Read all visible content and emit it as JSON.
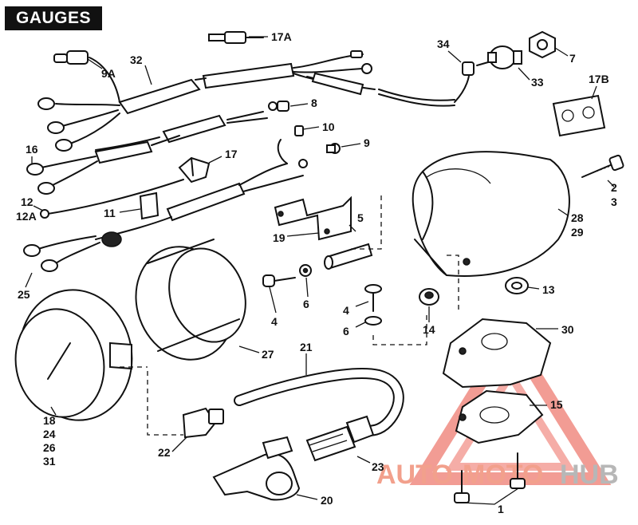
{
  "diagram": {
    "title": "GAUGES",
    "watermark": {
      "part1": "AUTO",
      "part2": "MOTO",
      "part3": "HUB",
      "color_primary": "#f2a08c",
      "color_secondary": "#b7b7b7",
      "triangle_color": "#e84a3c"
    },
    "callouts": [
      {
        "id": "17a",
        "text": "17A"
      },
      {
        "id": "9a",
        "text": "9A"
      },
      {
        "id": "32",
        "text": "32"
      },
      {
        "id": "34",
        "text": "34"
      },
      {
        "id": "7",
        "text": "7"
      },
      {
        "id": "33",
        "text": "33"
      },
      {
        "id": "17b",
        "text": "17B"
      },
      {
        "id": "8",
        "text": "8"
      },
      {
        "id": "10",
        "text": "10"
      },
      {
        "id": "9",
        "text": "9"
      },
      {
        "id": "16",
        "text": "16"
      },
      {
        "id": "17",
        "text": "17"
      },
      {
        "id": "2",
        "text": "2"
      },
      {
        "id": "3",
        "text": "3"
      },
      {
        "id": "12",
        "text": "12"
      },
      {
        "id": "12a",
        "text": "12A"
      },
      {
        "id": "11",
        "text": "11"
      },
      {
        "id": "28",
        "text": "28"
      },
      {
        "id": "29",
        "text": "29"
      },
      {
        "id": "5",
        "text": "5"
      },
      {
        "id": "19",
        "text": "19"
      },
      {
        "id": "13",
        "text": "13"
      },
      {
        "id": "25",
        "text": "25"
      },
      {
        "id": "6a",
        "text": "6"
      },
      {
        "id": "4a",
        "text": "4"
      },
      {
        "id": "4b",
        "text": "4"
      },
      {
        "id": "6b",
        "text": "6"
      },
      {
        "id": "14",
        "text": "14"
      },
      {
        "id": "30",
        "text": "30"
      },
      {
        "id": "27",
        "text": "27"
      },
      {
        "id": "21",
        "text": "21"
      },
      {
        "id": "15",
        "text": "15"
      },
      {
        "id": "18",
        "text": "18"
      },
      {
        "id": "24",
        "text": "24"
      },
      {
        "id": "26",
        "text": "26"
      },
      {
        "id": "31",
        "text": "31"
      },
      {
        "id": "22",
        "text": "22"
      },
      {
        "id": "23",
        "text": "23"
      },
      {
        "id": "1",
        "text": "1"
      },
      {
        "id": "20",
        "text": "20"
      }
    ]
  }
}
